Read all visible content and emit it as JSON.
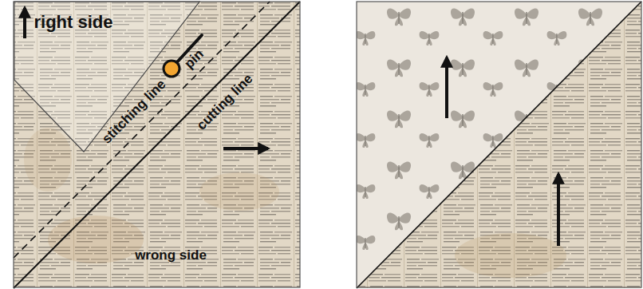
{
  "diagram": {
    "labels": [
      "right side",
      "pin",
      "stitching line",
      "cutting line",
      "wrong side"
    ]
  }
}
